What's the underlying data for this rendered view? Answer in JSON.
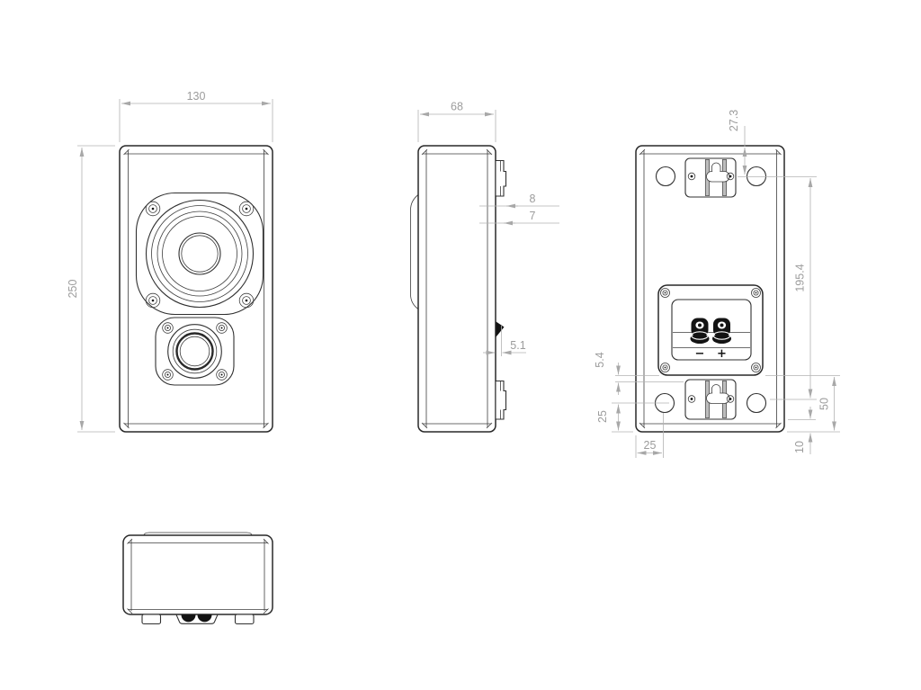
{
  "document": {
    "type": "technical-drawing",
    "subject": "wall-mount speaker, four orthographic views (front, side, rear, bottom)"
  },
  "dims": {
    "front_width": "130",
    "front_height": "250",
    "depth": "68",
    "bracket_step_outer": "8",
    "bracket_step_inner": "7",
    "bumper_depth": "5.1",
    "keyhole_top_offset": "27.3",
    "keyhole_span": "195.4",
    "terminal_to_bracket_gap": "5.4",
    "hole_to_bottom": "25",
    "hole_to_edge": "25",
    "terminal_to_bottom": "50",
    "bracket_to_bottom": "10"
  },
  "terminal": {
    "negative": "−",
    "positive": "+"
  },
  "colors": {
    "drawing_line": "#282828",
    "dimension": "#a5a5a5",
    "post_fill": "#131313",
    "background": "#ffffff"
  }
}
